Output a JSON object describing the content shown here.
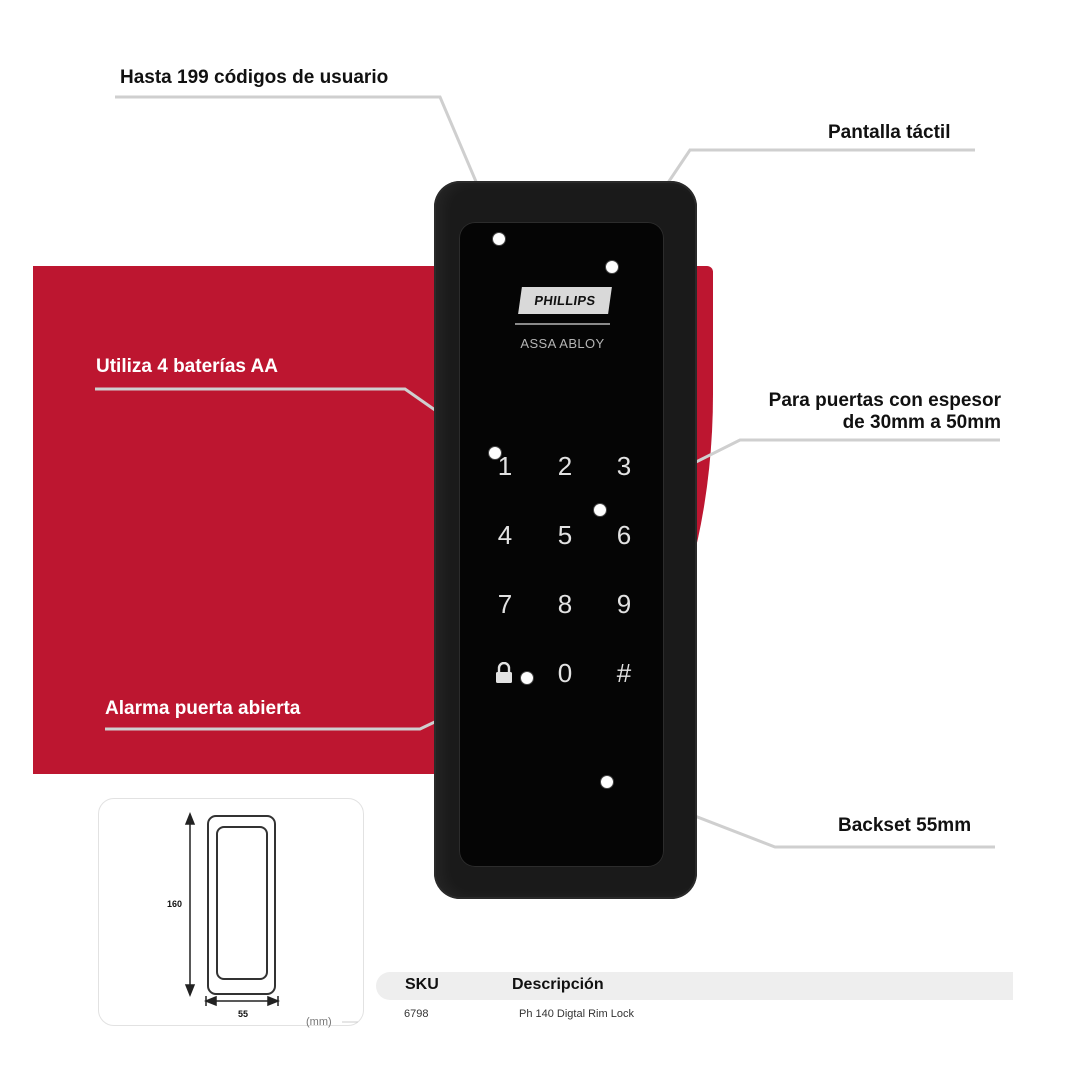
{
  "features": {
    "user_codes": "Hasta 199 códigos de usuario",
    "touch_screen": "Pantalla táctil",
    "batteries": "Utiliza 4 baterías AA",
    "door_thickness_line1": "Para puertas con espesor",
    "door_thickness_line2": "de 30mm a 50mm",
    "alarm": "Alarma puerta abierta",
    "backset": "Backset 55mm"
  },
  "device": {
    "brand": "PHILLIPS",
    "sub_brand": "ASSA ABLOY",
    "keys": [
      "1",
      "2",
      "3",
      "4",
      "5",
      "6",
      "7",
      "8",
      "9",
      "0",
      "#"
    ],
    "lock_key_icon": "padlock-icon"
  },
  "dimensions": {
    "height": "160",
    "width": "55",
    "unit": "(mm)"
  },
  "table": {
    "headers": [
      "SKU",
      "Descripción"
    ],
    "rows": [
      [
        "6798",
        "Ph 140 Digtal Rim Lock"
      ]
    ]
  },
  "colors": {
    "accent_red": "#bd1630",
    "device_black": "#1a1a1a"
  }
}
